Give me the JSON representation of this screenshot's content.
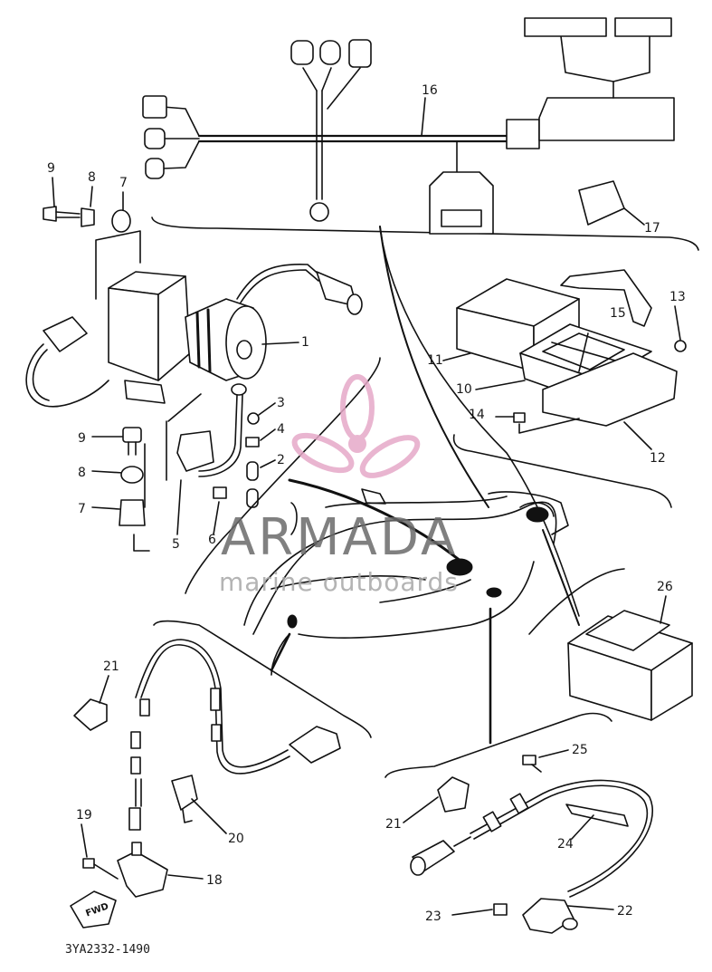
{
  "callouts": {
    "c1": "1",
    "c2": "2",
    "c3": "3",
    "c4": "4",
    "c5": "5",
    "c6": "6",
    "c7a": "7",
    "c7b": "7",
    "c8a": "8",
    "c8b": "8",
    "c9a": "9",
    "c9b": "9",
    "c10": "10",
    "c11": "11",
    "c12": "12",
    "c13": "13",
    "c14": "14",
    "c15": "15",
    "c16": "16",
    "c17": "17",
    "c18": "18",
    "c19": "19",
    "c20": "20",
    "c21a": "21",
    "c21b": "21",
    "c22": "22",
    "c23": "23",
    "c24": "24",
    "c25": "25",
    "c26": "26"
  },
  "fwd_label": "FWD",
  "part_code": "3YA2332-1490",
  "watermark": {
    "brand": "ARMADA",
    "tagline": "marine outboards",
    "color": "#e6a9c8"
  }
}
